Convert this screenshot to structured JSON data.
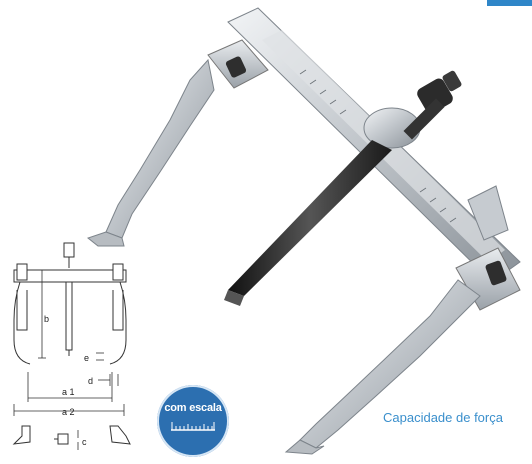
{
  "product": {
    "badge_text": "com escala",
    "caption": "Capacidade de força"
  },
  "diagram": {
    "labels": {
      "b": "b",
      "e": "e",
      "d": "d",
      "a1": "a 1",
      "a2": "a 2",
      "c": "c"
    }
  },
  "colors": {
    "brand_blue": "#2c6fb0",
    "caption_blue": "#3a8fcc",
    "steel": "#c9cdd1",
    "steel_dark": "#7d848b",
    "spindle": "#2a2a2a"
  },
  "icons": [
    "ruler-icon",
    "bearing-puller-photo",
    "technical-drawing"
  ]
}
